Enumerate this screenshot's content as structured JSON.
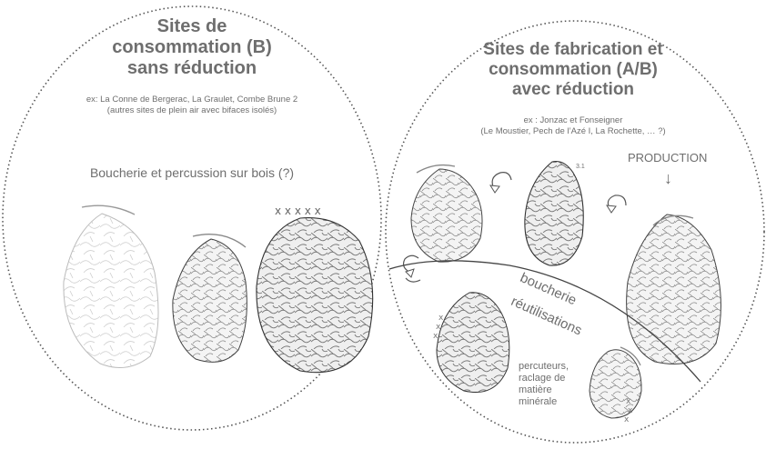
{
  "left_circle": {
    "title_lines": [
      "Sites de",
      "consommation (B)",
      "sans réduction"
    ],
    "examples_lines": [
      "ex: La Conne de Bergerac, La Graulet, Combe Brune 2",
      "(autres sites de plein air avec bifaces isolés)"
    ],
    "activity": "Boucherie et percussion sur bois (?)",
    "marks": "x x x x x"
  },
  "right_circle": {
    "title_lines": [
      "Sites de fabrication et",
      "consommation (A/B)",
      "avec réduction"
    ],
    "examples_lines": [
      "ex : Jonzac et Fonseigner",
      "(Le Moustier, Pech de l’Azé I, La Rochette, … ?)"
    ],
    "production": "PRODUCTION",
    "arrow": "↓",
    "boucherie": "boucherie",
    "reutilisations": "réutilisations",
    "percuteurs_lines": [
      "percuteurs,",
      "raclage de",
      "matière",
      "minérale"
    ],
    "small_label": "3.1"
  }
}
